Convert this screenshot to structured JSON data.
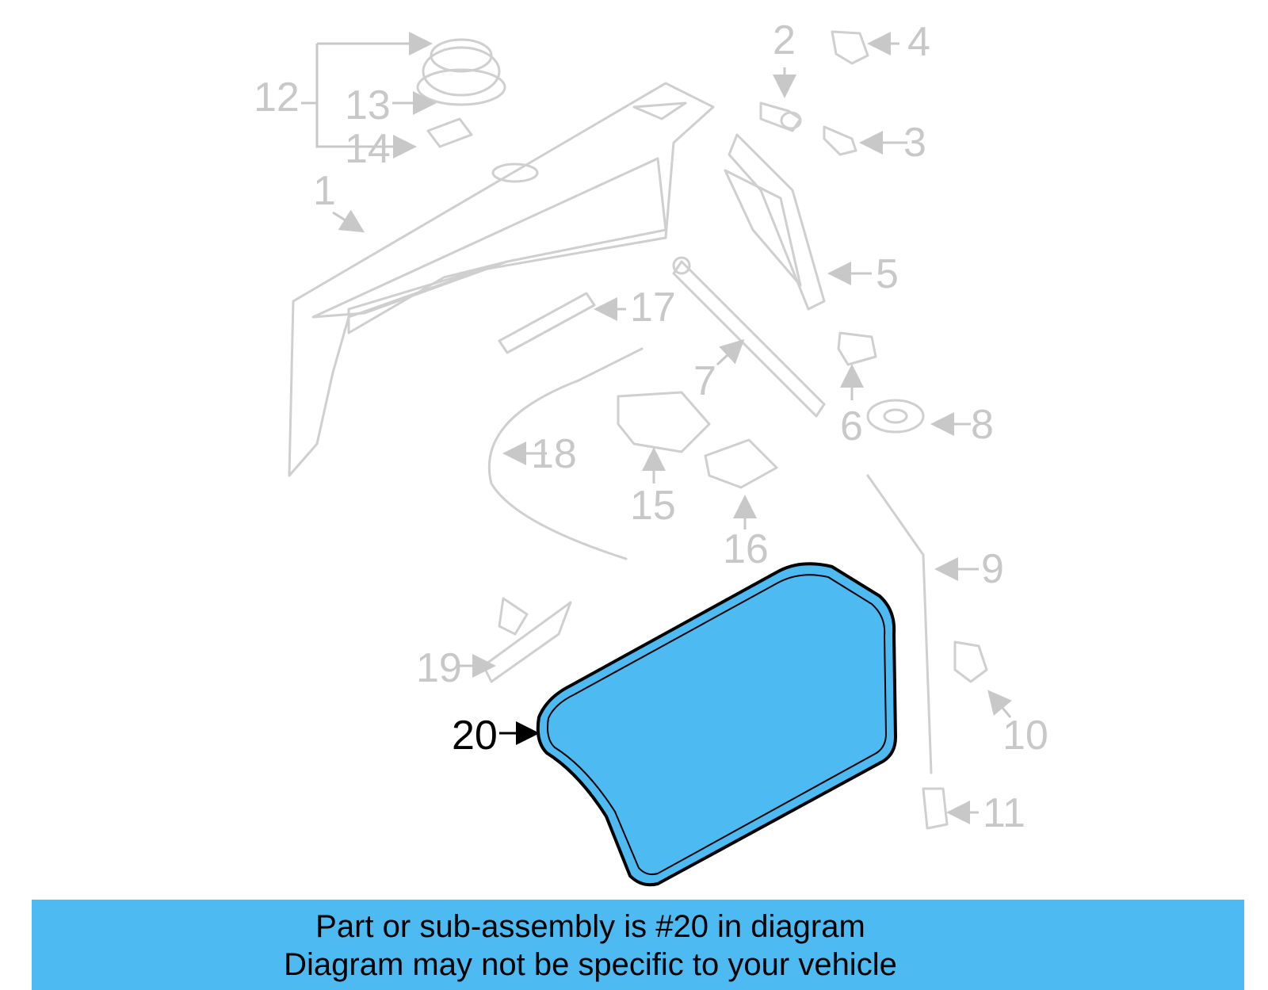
{
  "highlight_color": "#4dbaf2",
  "callouts": [
    {
      "id": "1",
      "text": "1"
    },
    {
      "id": "2",
      "text": "2"
    },
    {
      "id": "3",
      "text": "3"
    },
    {
      "id": "4",
      "text": "4"
    },
    {
      "id": "5",
      "text": "5"
    },
    {
      "id": "6",
      "text": "6"
    },
    {
      "id": "7",
      "text": "7"
    },
    {
      "id": "8",
      "text": "8"
    },
    {
      "id": "9",
      "text": "9"
    },
    {
      "id": "10",
      "text": "10"
    },
    {
      "id": "11",
      "text": "11"
    },
    {
      "id": "12",
      "text": "12"
    },
    {
      "id": "13",
      "text": "13"
    },
    {
      "id": "14",
      "text": "14"
    },
    {
      "id": "15",
      "text": "15"
    },
    {
      "id": "16",
      "text": "16"
    },
    {
      "id": "17",
      "text": "17"
    },
    {
      "id": "18",
      "text": "18"
    },
    {
      "id": "19",
      "text": "19"
    },
    {
      "id": "20",
      "text": "20"
    }
  ],
  "highlighted_part": "20",
  "banner": {
    "line1": "Part or sub-assembly is #20 in diagram",
    "line2": "Diagram may not be specific to your vehicle"
  }
}
